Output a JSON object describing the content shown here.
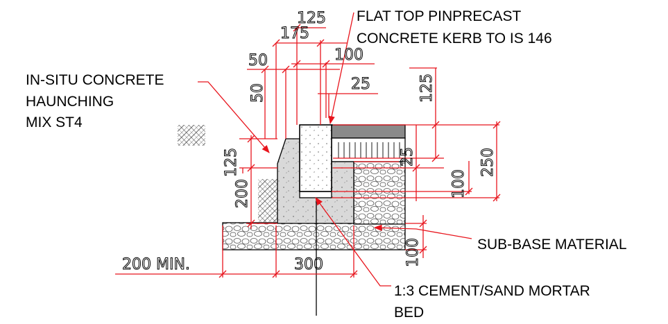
{
  "labels": {
    "kerb_line1": "FLAT TOP PINPRECAST",
    "kerb_line2": "CONCRETE KERB TO IS 146",
    "haunch_line1": "IN-SITU CONCRETE",
    "haunch_line2": "HAUNCHING",
    "haunch_line3": "MIX ST4",
    "subbase": "SUB-BASE MATERIAL",
    "mortar_line1": "1:3 CEMENT/SAND MORTAR",
    "mortar_line2": "BED"
  },
  "dimensions": {
    "d125_top": "125",
    "d175": "175",
    "d100_top": "100",
    "d50_h": "50",
    "d50_v": "50",
    "d25_h": "25",
    "d125_right": "125",
    "d250": "250",
    "d25_v": "25",
    "d100_right": "100",
    "d125_left": "125",
    "d200_left": "200",
    "d200_min": "200 MIN.",
    "d300": "300",
    "d100_bottom": "100"
  },
  "colors": {
    "dimension_lines": "#e8141c",
    "outlines": "#000000",
    "concrete_fill": "#d9d9d9",
    "kerb_fill": "#ffffff",
    "surface_fill": "#8a8a8a"
  }
}
